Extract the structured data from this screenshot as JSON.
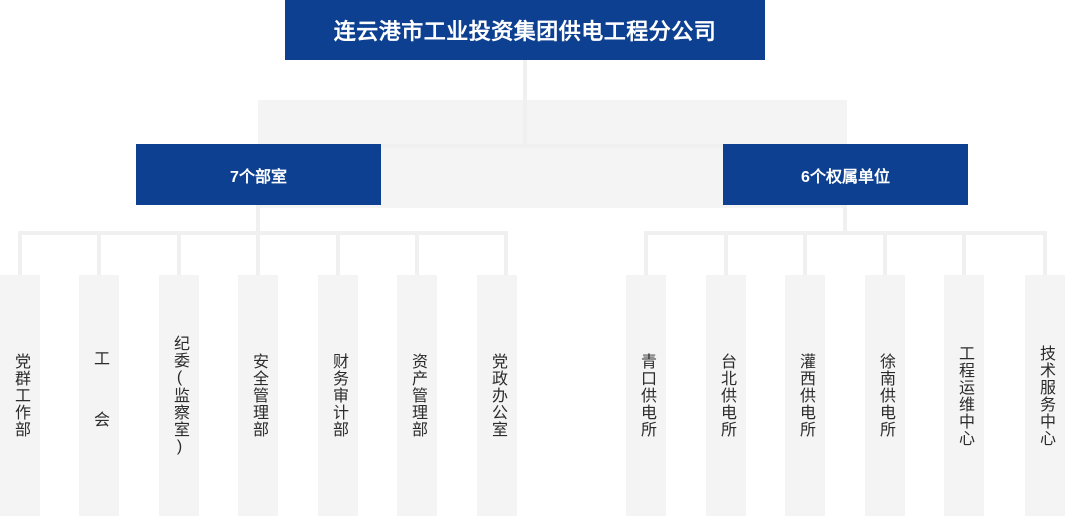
{
  "colors": {
    "brand_blue": "#0d4091",
    "panel_gray": "#f4f4f4",
    "line_gray": "#f0f0f0",
    "text_dark": "#2b2b2b",
    "text_on_blue": "#ffffff"
  },
  "root": {
    "label": "连云港市工业投资集团供电工程分公司"
  },
  "level2": [
    {
      "label": "7个部室"
    },
    {
      "label": "6个权属单位"
    }
  ],
  "departments": [
    {
      "label": "党群工作部"
    },
    {
      "label": "工 会"
    },
    {
      "label": "纪委(监察室)"
    },
    {
      "label": "安全管理部"
    },
    {
      "label": "财务审计部"
    },
    {
      "label": "资产管理部"
    },
    {
      "label": "党政办公室"
    }
  ],
  "units": [
    {
      "label": "青口供电所"
    },
    {
      "label": "台北供电所"
    },
    {
      "label": "灌西供电所"
    },
    {
      "label": "徐南供电所"
    },
    {
      "label": "工程运维中心"
    },
    {
      "label": "技术服务中心"
    }
  ]
}
